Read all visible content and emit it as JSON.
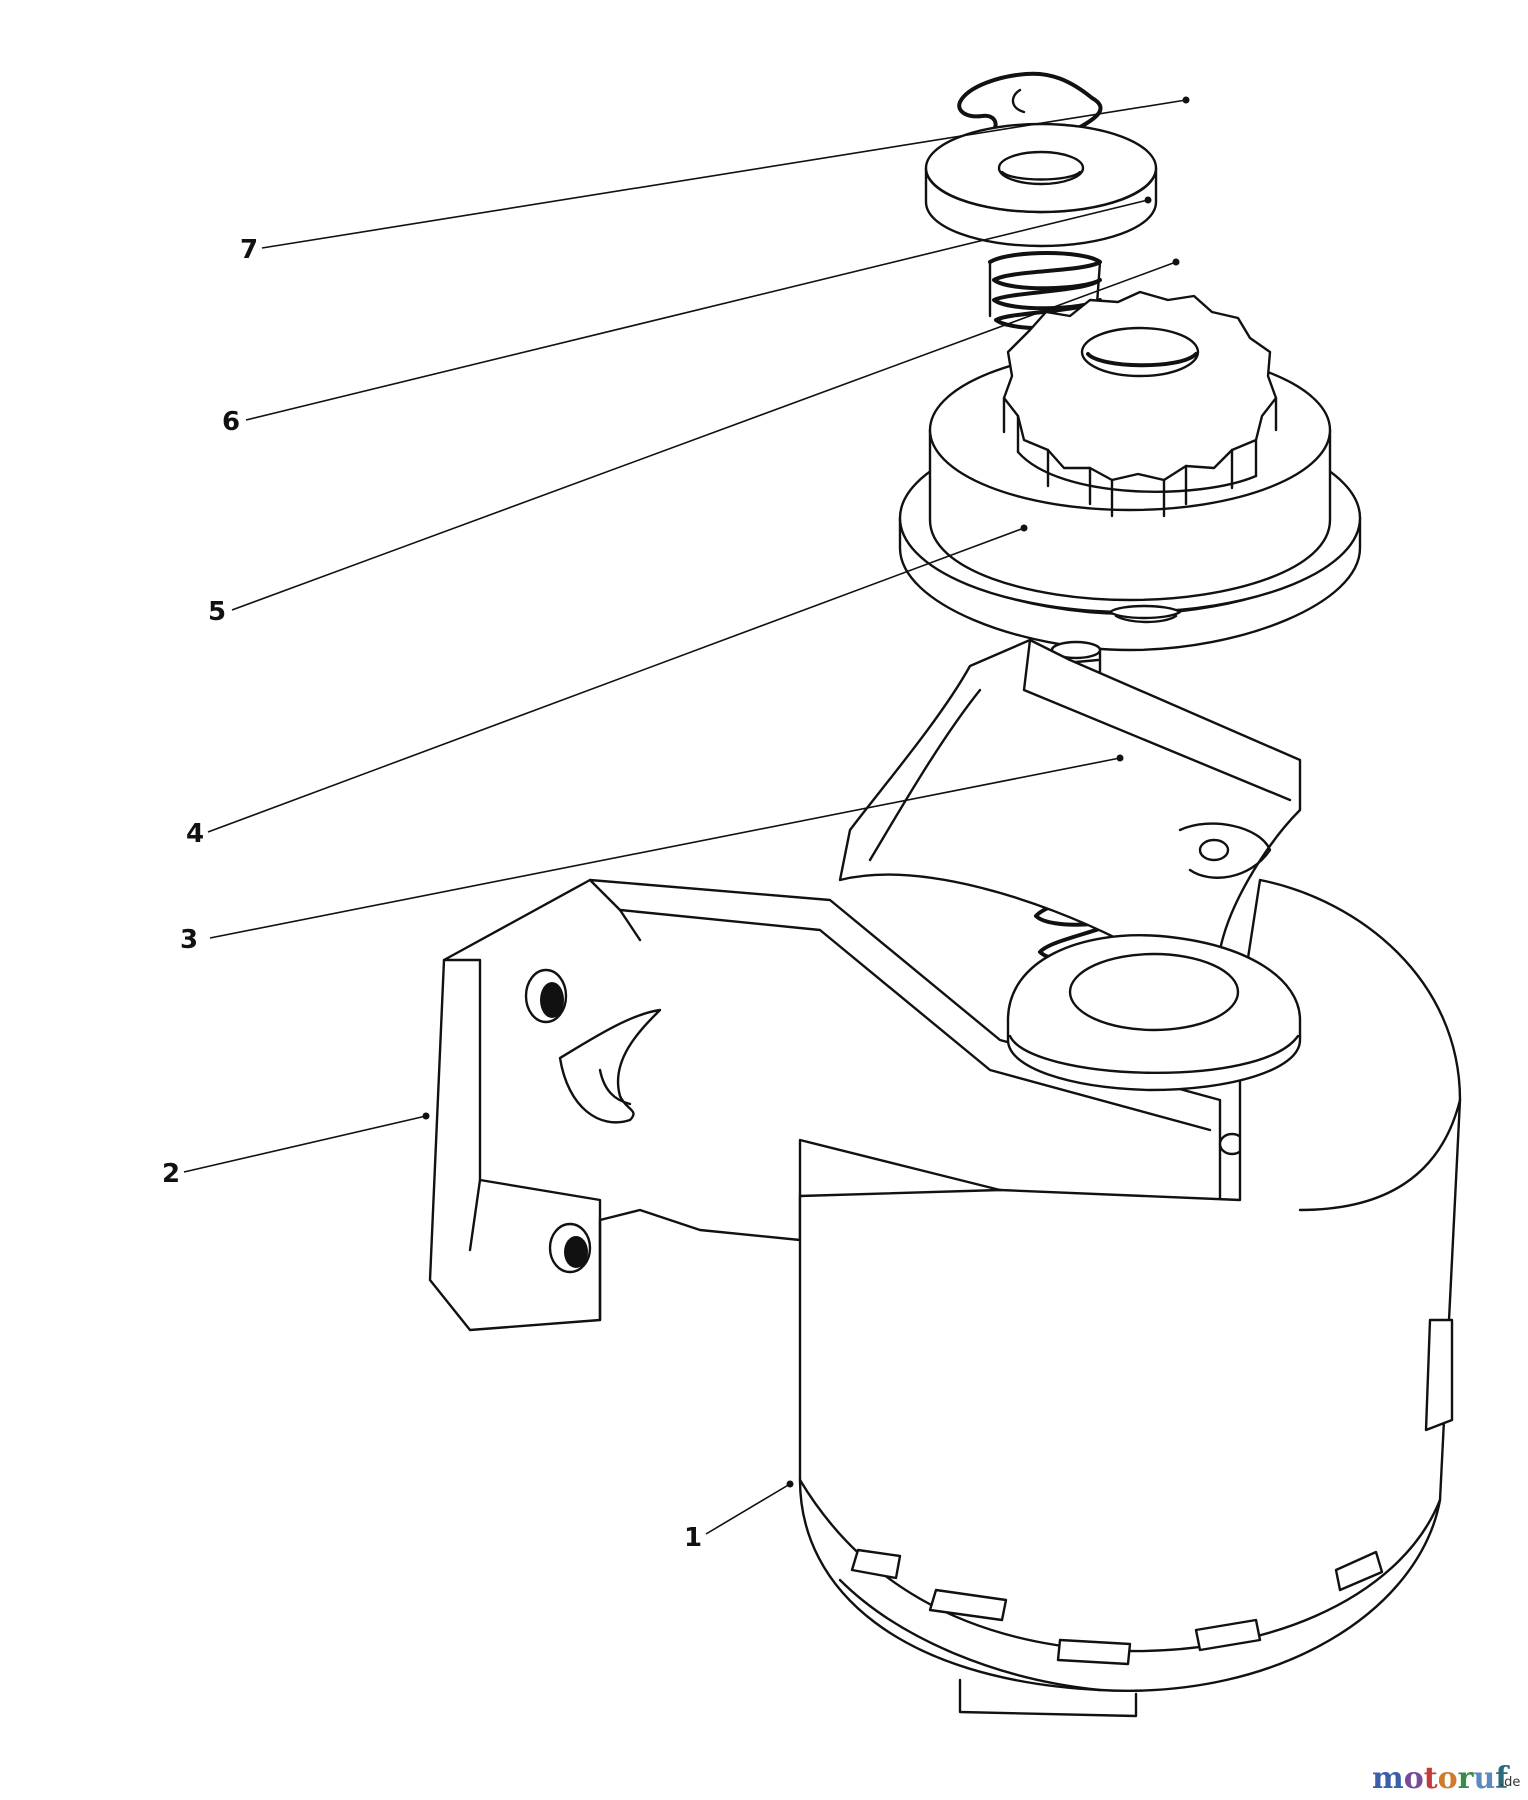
{
  "callouts": [
    {
      "id": "7",
      "label": "7"
    },
    {
      "id": "6",
      "label": "6"
    },
    {
      "id": "5",
      "label": "5"
    },
    {
      "id": "4",
      "label": "4"
    },
    {
      "id": "3",
      "label": "3"
    },
    {
      "id": "2",
      "label": "2"
    },
    {
      "id": "1",
      "label": "1"
    }
  ],
  "watermark": {
    "letters": [
      "m",
      "o",
      "t",
      "o",
      "r",
      "u",
      "f"
    ],
    "colors": [
      "#3a5fa8",
      "#7a4a9a",
      "#c83a3a",
      "#d07a2a",
      "#3a8a4a",
      "#5a8ac0",
      "#2a6a7a"
    ],
    "suffix": ".de"
  }
}
